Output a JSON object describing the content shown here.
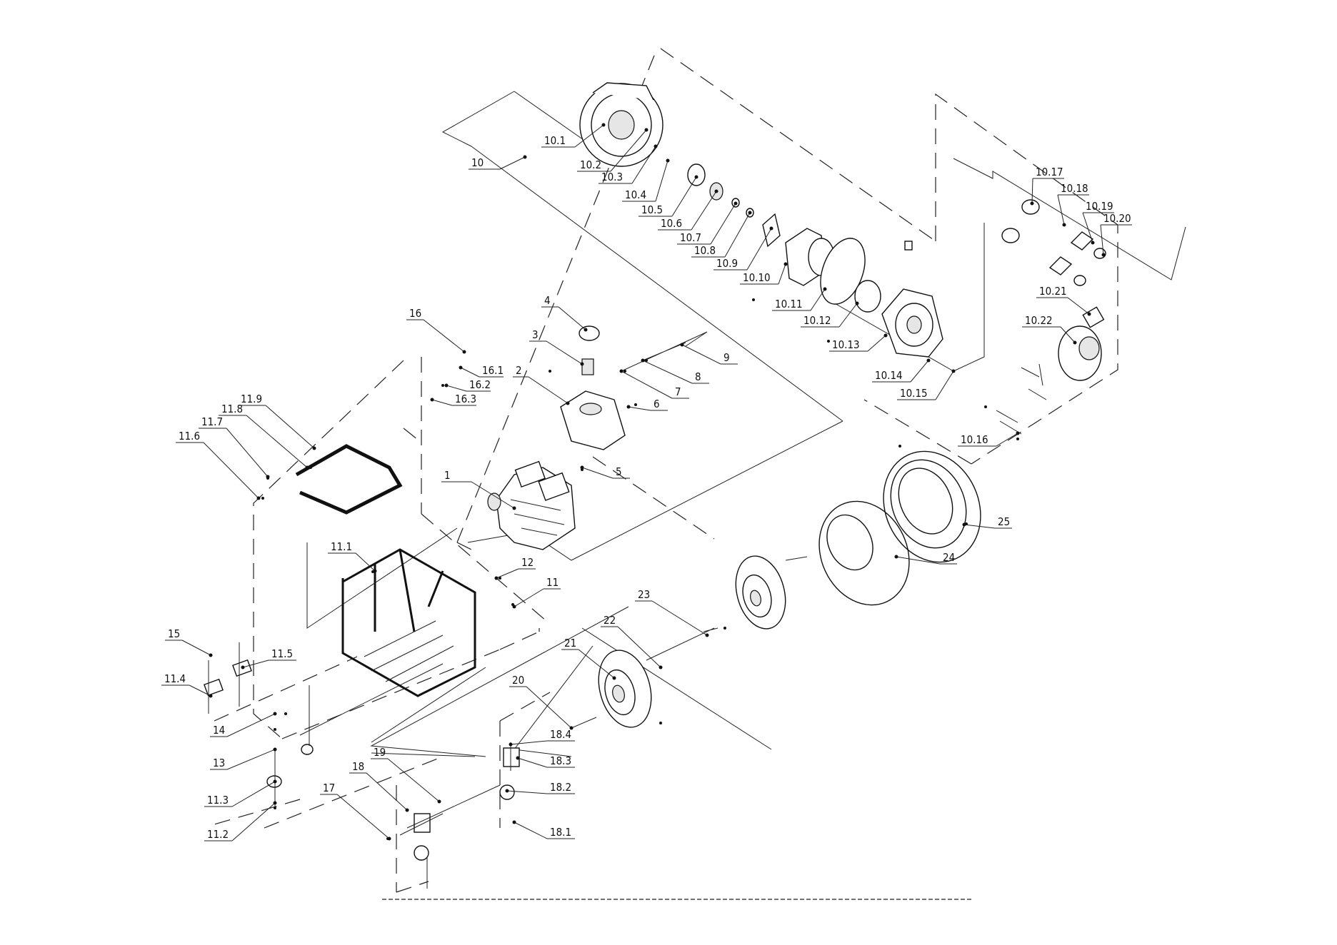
{
  "labels": [
    {
      "id": "1",
      "text": "1"
    },
    {
      "id": "2",
      "text": "2"
    },
    {
      "id": "3",
      "text": "3"
    },
    {
      "id": "4",
      "text": "4"
    },
    {
      "id": "5",
      "text": "5"
    },
    {
      "id": "6",
      "text": "6"
    },
    {
      "id": "7",
      "text": "7"
    },
    {
      "id": "8",
      "text": "8"
    },
    {
      "id": "9",
      "text": "9"
    },
    {
      "id": "10",
      "text": "10"
    },
    {
      "id": "10.1",
      "text": "10.1"
    },
    {
      "id": "10.2",
      "text": "10.2"
    },
    {
      "id": "10.3",
      "text": "10.3"
    },
    {
      "id": "10.4",
      "text": "10.4"
    },
    {
      "id": "10.5",
      "text": "10.5"
    },
    {
      "id": "10.6",
      "text": "10.6"
    },
    {
      "id": "10.7",
      "text": "10.7"
    },
    {
      "id": "10.8",
      "text": "10.8"
    },
    {
      "id": "10.9",
      "text": "10.9"
    },
    {
      "id": "10.10",
      "text": "10.10"
    },
    {
      "id": "10.11",
      "text": "10.11"
    },
    {
      "id": "10.12",
      "text": "10.12"
    },
    {
      "id": "10.13",
      "text": "10.13"
    },
    {
      "id": "10.14",
      "text": "10.14"
    },
    {
      "id": "10.15",
      "text": "10.15"
    },
    {
      "id": "10.16",
      "text": "10.16"
    },
    {
      "id": "10.17",
      "text": "10.17"
    },
    {
      "id": "10.18",
      "text": "10.18"
    },
    {
      "id": "10.19",
      "text": "10.19"
    },
    {
      "id": "10.20",
      "text": "10.20"
    },
    {
      "id": "10.21",
      "text": "10.21"
    },
    {
      "id": "10.22",
      "text": "10.22"
    },
    {
      "id": "11",
      "text": "11"
    },
    {
      "id": "11.1",
      "text": "11.1"
    },
    {
      "id": "11.2",
      "text": "11.2"
    },
    {
      "id": "11.3",
      "text": "11.3"
    },
    {
      "id": "11.4",
      "text": "11.4"
    },
    {
      "id": "11.5",
      "text": "11.5"
    },
    {
      "id": "11.6",
      "text": "11.6"
    },
    {
      "id": "11.7",
      "text": "11.7"
    },
    {
      "id": "11.8",
      "text": "11.8"
    },
    {
      "id": "11.9",
      "text": "11.9"
    },
    {
      "id": "12",
      "text": "12"
    },
    {
      "id": "13",
      "text": "13"
    },
    {
      "id": "14",
      "text": "14"
    },
    {
      "id": "15",
      "text": "15"
    },
    {
      "id": "16",
      "text": "16"
    },
    {
      "id": "16.1",
      "text": "16.1"
    },
    {
      "id": "16.2",
      "text": "16.2"
    },
    {
      "id": "16.3",
      "text": "16.3"
    },
    {
      "id": "17",
      "text": "17"
    },
    {
      "id": "18",
      "text": "18"
    },
    {
      "id": "18.1",
      "text": "18.1"
    },
    {
      "id": "18.2",
      "text": "18.2"
    },
    {
      "id": "18.3",
      "text": "18.3"
    },
    {
      "id": "18.4",
      "text": "18.4"
    },
    {
      "id": "19",
      "text": "19"
    },
    {
      "id": "20",
      "text": "20"
    },
    {
      "id": "21",
      "text": "21"
    },
    {
      "id": "22",
      "text": "22"
    },
    {
      "id": "23",
      "text": "23"
    },
    {
      "id": "24",
      "text": "24"
    },
    {
      "id": "25",
      "text": "25"
    }
  ]
}
